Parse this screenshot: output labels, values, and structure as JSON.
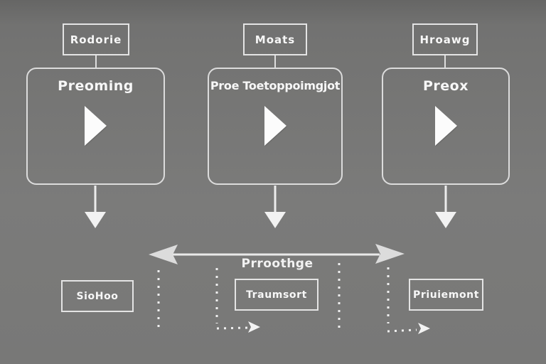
{
  "diagram": {
    "columns": [
      {
        "tag": "Rodorie",
        "title": "Preoming",
        "icon": "play-icon"
      },
      {
        "tag": "Moats",
        "title": "Proe Toetoppoimgjot",
        "icon": "play-icon"
      },
      {
        "tag": "Hroawg",
        "title": "Preox",
        "icon": "play-icon"
      }
    ],
    "span_label": "Prroothge",
    "bottom_boxes": [
      {
        "label": "SioHoo"
      },
      {
        "label": "Traumsort"
      },
      {
        "label": "Priuiemont"
      }
    ],
    "icons": [
      "play-icon",
      "down-arrow-icon",
      "double-headed-arrow-icon",
      "dashed-arrow-icon"
    ],
    "colors": {
      "background": "#787878",
      "line": "#e9e9e9",
      "text": "#f7f7f7"
    }
  }
}
